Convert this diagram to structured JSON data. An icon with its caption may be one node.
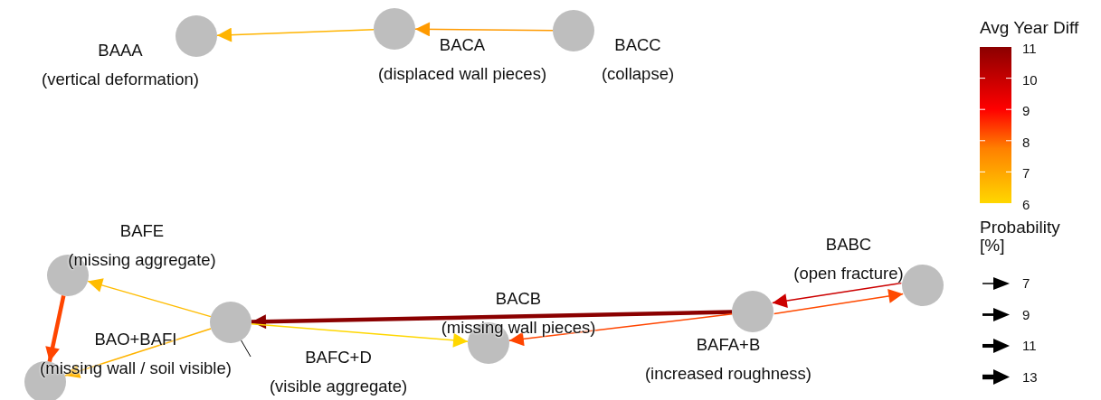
{
  "diagram": {
    "nodes": [
      {
        "text": [],
        "shape": "circle",
        "beside": [
          "BAAA",
          "(vertical deformation)"
        ]
      },
      {
        "text": [],
        "shape": "circle",
        "beside": [
          "BACA",
          "(displaced wall pieces)"
        ]
      },
      {
        "text": [],
        "shape": "circle",
        "beside": [
          "BACC",
          "(collapse)"
        ]
      },
      {
        "text": [],
        "shape": "circle",
        "beside": [
          "BAFE",
          "(missing aggregate)"
        ]
      },
      {
        "text": [],
        "shape": "circle",
        "beside": [
          "BAO+BAFI",
          "(missing wall / soil visible)"
        ]
      },
      {
        "text": [],
        "shape": "circle",
        "beside": [
          "BAFC+D",
          "(visible aggregate)"
        ]
      },
      {
        "text": [],
        "shape": "circle",
        "beside": [
          "BACB",
          "(missing wall pieces)"
        ]
      },
      {
        "text": [],
        "shape": "circle",
        "beside": [
          "BAFA+B",
          "(increased roughness)"
        ]
      },
      {
        "text": [],
        "shape": "circle",
        "beside": [
          "BABC",
          "(open fracture)"
        ]
      }
    ],
    "edges": [
      {
        "from": 2,
        "to": 1,
        "arrow": "to",
        "color": "#ff9a00"
      },
      {
        "from": 1,
        "to": 0,
        "arrow": "to",
        "color": "#ffb400"
      },
      {
        "from": 5,
        "to": 3,
        "arrow": "to",
        "color": "#ffbc00"
      },
      {
        "from": 5,
        "to": 4,
        "arrow": "to",
        "color": "#ffb400"
      },
      {
        "from": 3,
        "to": 4,
        "arrow": "to",
        "style": "thick",
        "color": "#ff4500"
      },
      {
        "from": 7,
        "to": 5,
        "arrow": "to",
        "style": "thick",
        "color": "#8b0000"
      },
      {
        "from": 5,
        "to": 6,
        "arrow": "to",
        "color": "#ffd700"
      },
      {
        "from": 7,
        "to": 6,
        "arrow": "to",
        "color": "#ff4500"
      },
      {
        "from": 8,
        "to": 7,
        "arrow": "to",
        "color": "#cc0000"
      },
      {
        "from": 7,
        "to": 8,
        "arrow": "to",
        "color": "#ff4a00"
      },
      {
        "from": 5,
        "to": null,
        "arrow": "none",
        "color": "#000000"
      }
    ],
    "labels": [
      "Avg Year Diff",
      "11",
      "10",
      "9",
      "8",
      "7",
      "6",
      "Probability [%]"
    ],
    "legend": [
      {
        "text": "7"
      },
      {
        "text": "9"
      },
      {
        "text": "11"
      },
      {
        "text": "13"
      }
    ]
  }
}
